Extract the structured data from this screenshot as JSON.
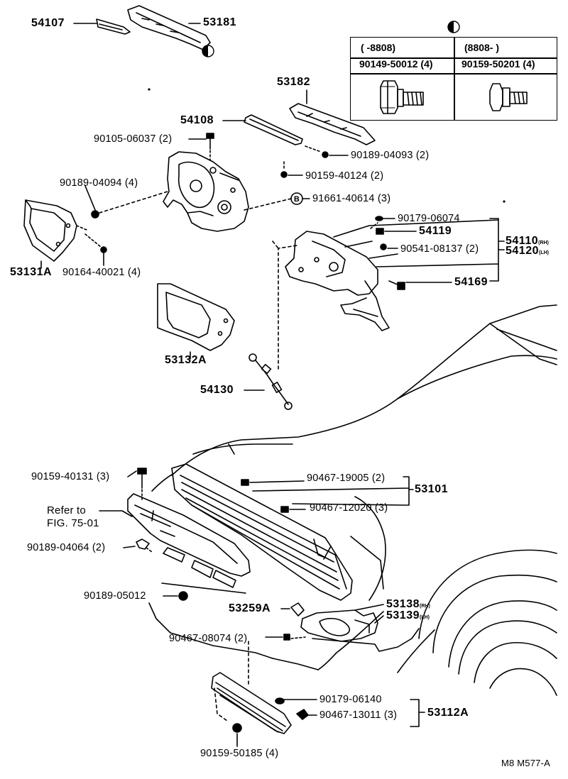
{
  "labels": {
    "p54107": "54107",
    "p53181": "53181",
    "p53182": "53182",
    "p54108": "54108",
    "p90105_06037": "90105-06037 (2)",
    "p90189_04093": "90189-04093 (2)",
    "p90159_40124": "90159-40124 (2)",
    "p90189_04094": "90189-04094 (4)",
    "p91661_40614": "91661-40614 (3)",
    "p90179_06074": "90179-06074",
    "p54119": "54119",
    "p90541_08137": "90541-08137 (2)",
    "p54110": "54110",
    "p54110_side": "(RH)",
    "p54120": "54120",
    "p54120_side": "(LH)",
    "p54169": "54169",
    "p53131A": "53131A",
    "p90164_40021": "90164-40021 (4)",
    "p53132A": "53132A",
    "p54130": "54130",
    "p90159_40131": "90159-40131 (3)",
    "p90467_19005": "90467-19005 (2)",
    "p53101": "53101",
    "p90467_12020": "90467-12020 (3)",
    "refer_line1": "Refer to",
    "refer_line2": "FIG. 75-01",
    "p90189_04064": "90189-04064 (2)",
    "p90189_05012": "90189-05012",
    "p53259A": "53259A",
    "p53138": "53138",
    "p53138_side": "(RH)",
    "p53139": "53139",
    "p53139_side": "(LH)",
    "p90467_08074": "90467-08074 (2)",
    "p90179_06140": "90179-06140",
    "p90467_13011": "90467-13011 (3)",
    "p53112A": "53112A",
    "p90159_50185": "90159-50185 (4)",
    "marker_b": "B",
    "figure_code": "M8 M577-A"
  },
  "table": {
    "col1_period": "(          -8808)",
    "col2_period": "(8808-          )",
    "col1_part": "90149-50012 (4)",
    "col2_part": "90159-50201 (4)"
  }
}
